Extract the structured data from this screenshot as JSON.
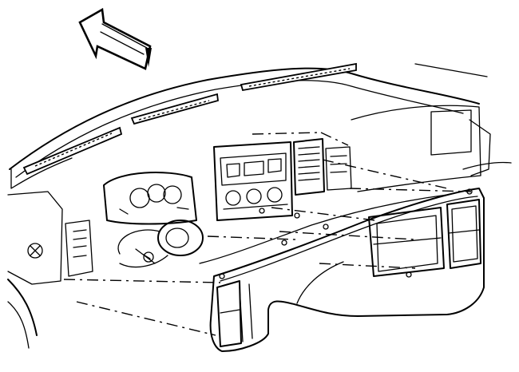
{
  "diagram": {
    "kind": "exploded line drawing",
    "colors": {
      "line": "#000000",
      "background": "#ffffff"
    },
    "icons": [
      "front-direction-arrow-icon"
    ],
    "parts": [
      "dash-top-pad",
      "defroster-vent",
      "instrument-cluster",
      "radio-hvac-panel",
      "center-air-vent",
      "steering-column",
      "side-air-vent",
      "instrument-panel-bezel",
      "bezel-opening-left",
      "bezel-opening-right",
      "bezel-opening-side"
    ]
  }
}
